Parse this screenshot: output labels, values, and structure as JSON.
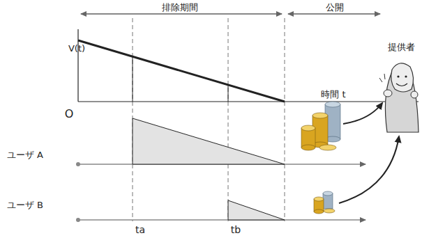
{
  "diagram": {
    "labels": [
      "排除期間",
      "公開",
      "V(t)",
      "時間 t",
      "O",
      "ユーザ A",
      "ユーザ B",
      "ta",
      "tb",
      "提供者"
    ]
  }
}
